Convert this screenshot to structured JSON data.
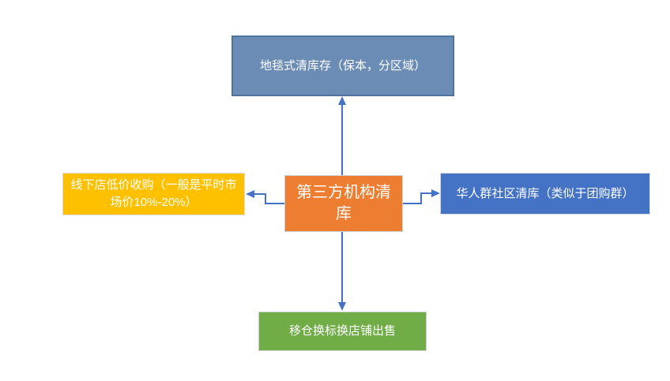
{
  "diagram": {
    "center_node": {
      "label": "第三方机构清库",
      "fill_color": "#ed7d31",
      "text_color": "#ffffff"
    },
    "nodes": [
      {
        "id": "top",
        "label": "地毯式清库存（保本，分区域）",
        "fill_color": "#6b8cb5",
        "border_color": "#4f739f",
        "text_color": "#ffffff"
      },
      {
        "id": "left",
        "label": "线下店低价收购（一般是平时市场价10%-20%）",
        "fill_color": "#ffc000",
        "border_color": "#d9d9d9",
        "text_color": "#ffffff"
      },
      {
        "id": "right",
        "label": "华人群社区清库（类似于团购群）",
        "fill_color": "#4472c4",
        "border_color": "#d9d9d9",
        "text_color": "#ffffff"
      },
      {
        "id": "bottom",
        "label": "移仓换标换店铺出售",
        "fill_color": "#70ad47",
        "border_color": "#cfcfcf",
        "text_color": "#ffffff"
      }
    ],
    "connectors": [
      {
        "from": "center",
        "to": "top",
        "style": "straight-arrow"
      },
      {
        "from": "center",
        "to": "bottom",
        "style": "straight-arrow"
      },
      {
        "from": "center",
        "to": "left",
        "style": "elbow-arrow"
      },
      {
        "from": "center",
        "to": "right",
        "style": "elbow-arrow"
      }
    ],
    "connector_color": "#4472c4"
  }
}
